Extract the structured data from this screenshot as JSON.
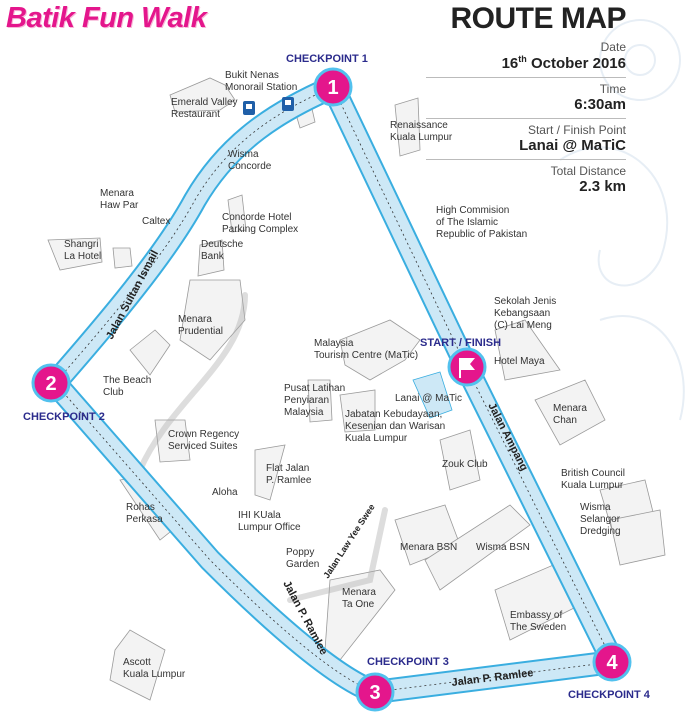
{
  "logo_text": "Batik Fun Walk",
  "info": {
    "title": "ROUTE MAP",
    "date_label": "Date",
    "date_day": "16",
    "date_suffix": "th",
    "date_rest": " October 2016",
    "time_label": "Time",
    "time_value": "6:30am",
    "start_label": "Start / Finish Point",
    "start_value": "Lanai @ MaTiC",
    "distance_label": "Total Distance",
    "distance_value": "2.3 km"
  },
  "checkpoints": [
    {
      "number": "1",
      "label": "CHECKPOINT 1"
    },
    {
      "number": "2",
      "label": "CHECKPOINT 2"
    },
    {
      "number": "3",
      "label": "CHECKPOINT 3"
    },
    {
      "number": "4",
      "label": "CHECKPOINT 4"
    }
  ],
  "start_finish_label": "START / FINISH",
  "roads": {
    "sultan_ismail": "Jalan Sultan Ismail",
    "p_ramlee_1": "Jalan P. Ramlee",
    "p_ramlee_2": "Jalan P. Ramlee",
    "ampang": "Jalan Ampang",
    "law_yee_swee": "Jalan Law Yee Swee"
  },
  "places": {
    "bukit_nenas": [
      "Bukit Nenas",
      "Monorail Station"
    ],
    "emerald": [
      "Emerald Valley",
      "Restaurant"
    ],
    "wisma_concorde": [
      "Wisma",
      "Concorde"
    ],
    "renaissance": [
      "Renaissance",
      "Kuala Lumpur"
    ],
    "haw_par": [
      "Menara",
      "Haw Par"
    ],
    "caltex": [
      "Caltex"
    ],
    "concorde_hotel": [
      "Concorde Hotel",
      "Parking Complex"
    ],
    "pakistan": [
      "High Commision",
      "of The Islamic",
      "Republic of Pakistan"
    ],
    "shangri": [
      "Shangri",
      "La Hotel"
    ],
    "deutsche": [
      "Deutsche",
      "Bank"
    ],
    "prudential": [
      "Menara",
      "Prudential"
    ],
    "sekolah": [
      "Sekolah Jenis",
      "Kebangsaan",
      "(C) Lai Meng"
    ],
    "matic": [
      "Malaysia",
      "Tourism Centre (MaTic)"
    ],
    "hotel_maya": [
      "Hotel Maya"
    ],
    "beach_club": [
      "The Beach",
      "Club"
    ],
    "pusat": [
      "Pusat Latihan",
      "Penyiaran",
      "Malaysia"
    ],
    "lanai": [
      "Lanai @ MaTic"
    ],
    "menara_chan": [
      "Menara",
      "Chan"
    ],
    "jabatan": [
      "Jabatan Kebudayaan,",
      "Kesenian dan Warisan",
      "Kuala Lumpur"
    ],
    "crown": [
      "Crown Regency",
      "Serviced Suites"
    ],
    "zouk": [
      "Zouk Club"
    ],
    "flat": [
      "Flat Jalan",
      "P. Ramlee"
    ],
    "british": [
      "British Council",
      "Kuala Lumpur"
    ],
    "aloha": [
      "Aloha"
    ],
    "rohas": [
      "Rohas",
      "Perkasa"
    ],
    "ihi": [
      "IHI KUala",
      "Lumpur Office"
    ],
    "wisma_selangor": [
      "Wisma",
      "Selangor",
      "Dredging"
    ],
    "poppy": [
      "Poppy",
      "Garden"
    ],
    "menara_bsn": [
      "Menara BSN"
    ],
    "wisma_bsn": [
      "Wisma BSN"
    ],
    "ta_one": [
      "Menara",
      "Ta One"
    ],
    "sweden": [
      "Embassy of",
      "The Sweden"
    ],
    "ascott": [
      "Ascott",
      "Kuala Lumpur"
    ]
  },
  "colors": {
    "brand": "#e4168c",
    "route_fill": "#cde8f6",
    "route_edge": "#3aaee0",
    "checkpoint_text": "#2b2b8c"
  }
}
